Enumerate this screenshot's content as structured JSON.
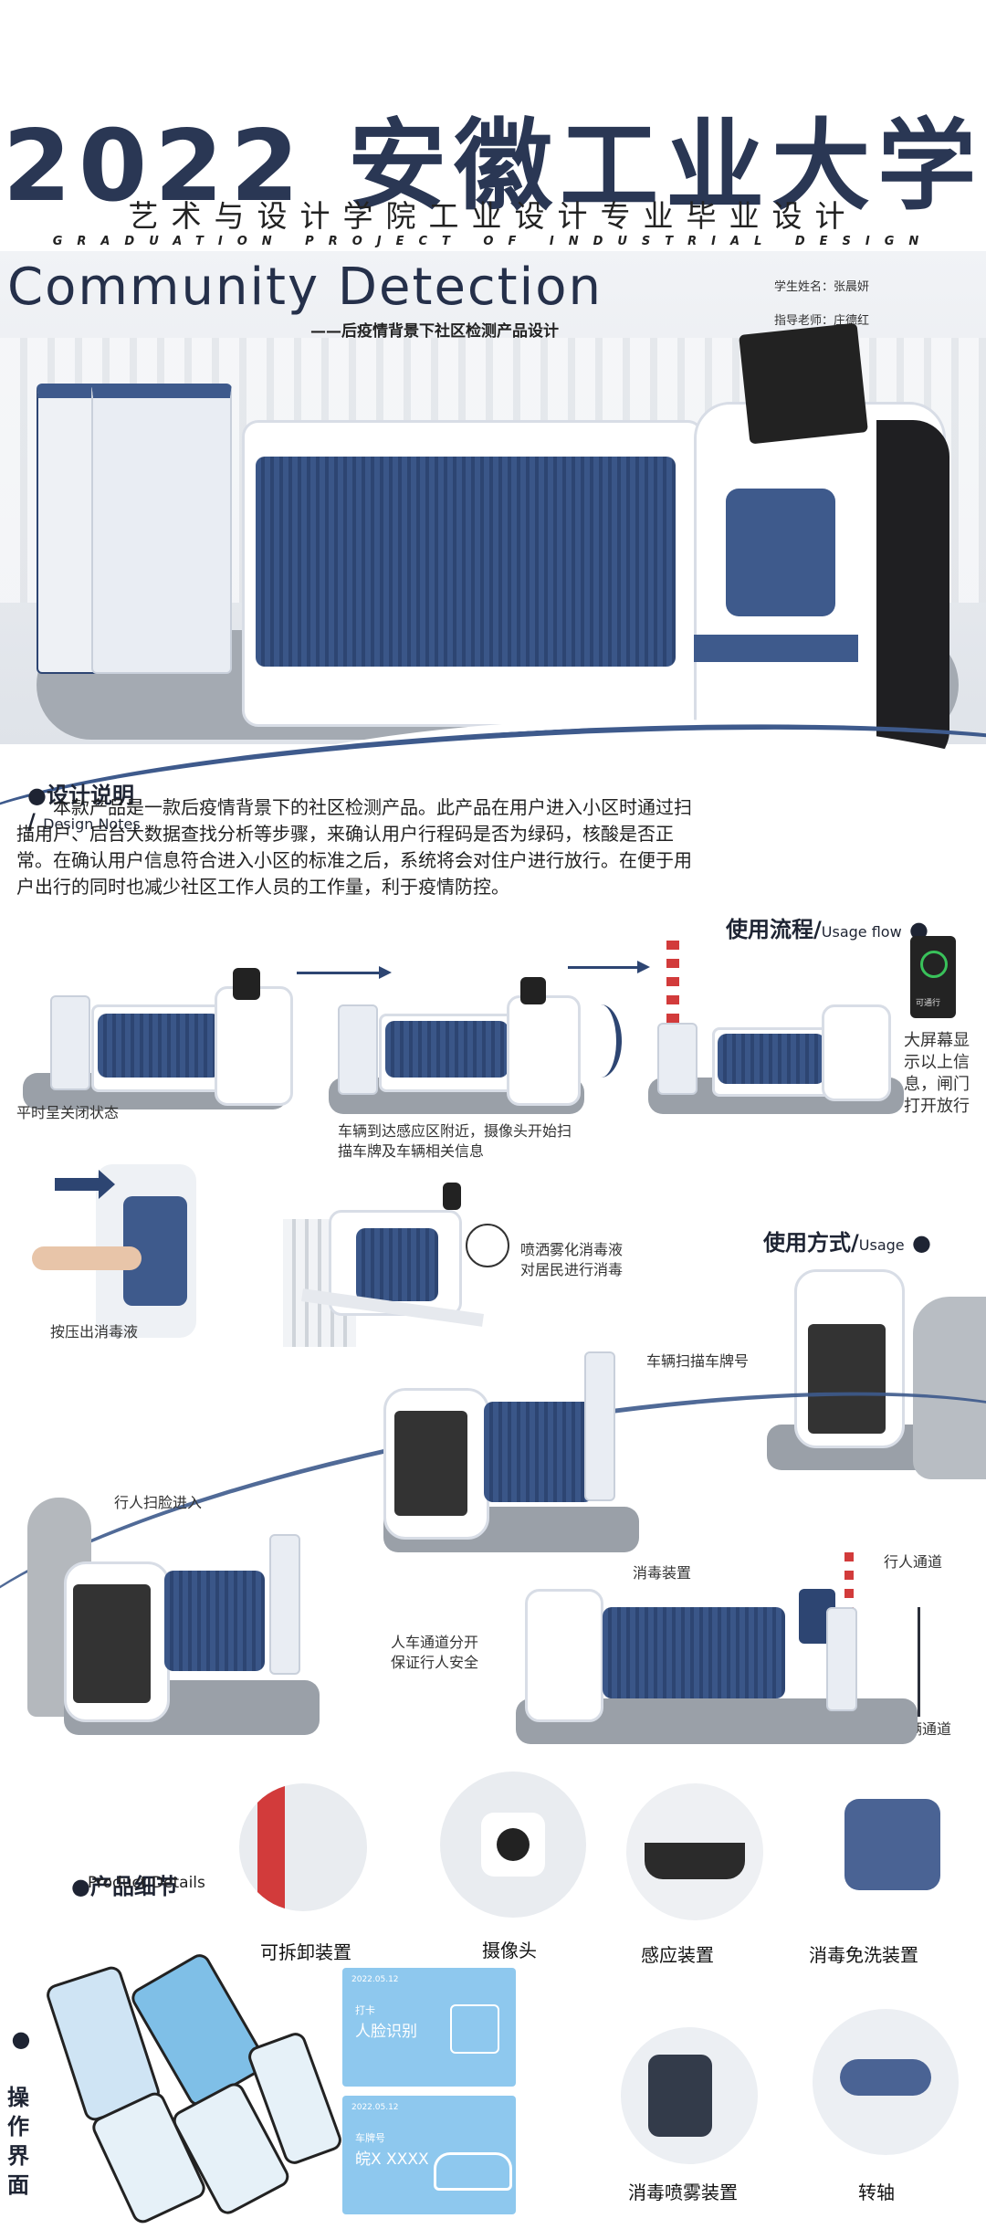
{
  "header": {
    "title": "2022 安徽工业大学",
    "subtitle": "艺术与设计学院工业设计专业毕业设计",
    "english": "GRADUATION PROJECT OF INDUSTRIAL DESIGN"
  },
  "project": {
    "title": "Community Detection",
    "subtitle": "——后疫情背景下社区检测产品设计",
    "student": "学生姓名：张晨妍",
    "advisor": "指导老师：庄德红"
  },
  "design_notes": {
    "heading": "设计说明",
    "heading_en": "Design Notes",
    "body": "本款产品是一款后疫情背景下的社区检测产品。此产品在用户进入小区时通过扫描用户、后台大数据查找分析等步骤，来确认用户行程码是否为绿码，核酸是否正常。在确认用户信息符合进入小区的标准之后，系统将会对住户进行放行。在便于用户出行的同时也减少社区工作人员的工作量，利于疫情防控。"
  },
  "usage_flow": {
    "heading": "使用流程",
    "heading_en": "Usage flow",
    "step1": "平时呈关闭状态",
    "step2": "车辆到达感应区附近，摄像头开始扫\n描车牌及车辆相关信息",
    "step3": "大屏幕显\n示以上信\n息，闸门\n打开放行",
    "badge_text": "可通行"
  },
  "usage": {
    "heading": "使用方式",
    "heading_en": "Usage",
    "press": "按压出消毒液",
    "spray": "喷洒雾化消毒液\n对居民进行消毒",
    "vehicle_scan": "车辆扫描车牌号",
    "face_scan": "行人扫脸进入",
    "disinfect_device": "消毒装置",
    "pedestrian_lane": "行人通道",
    "separation": "人车通道分开\n保证行人安全",
    "vehicle_lane": "车辆通道"
  },
  "details": {
    "heading": "产品细节",
    "heading_en": "Product Details",
    "items": [
      "可拆卸装置",
      "摄像头",
      "感应装置",
      "消毒免洗装置",
      "消毒喷雾装置",
      "转轴"
    ]
  },
  "interface": {
    "heading": "操作界面",
    "card1_date": "2022.05.12",
    "card1_small": "打卡",
    "card1_title": "人脸识别",
    "card2_date": "2022.05.12",
    "card2_small": "车牌号",
    "card2_title": "皖X XXXX"
  },
  "colors": {
    "navy": "#2a3754",
    "panel_blue": "#3a5688",
    "ui_blue": "#8ec8ee"
  }
}
